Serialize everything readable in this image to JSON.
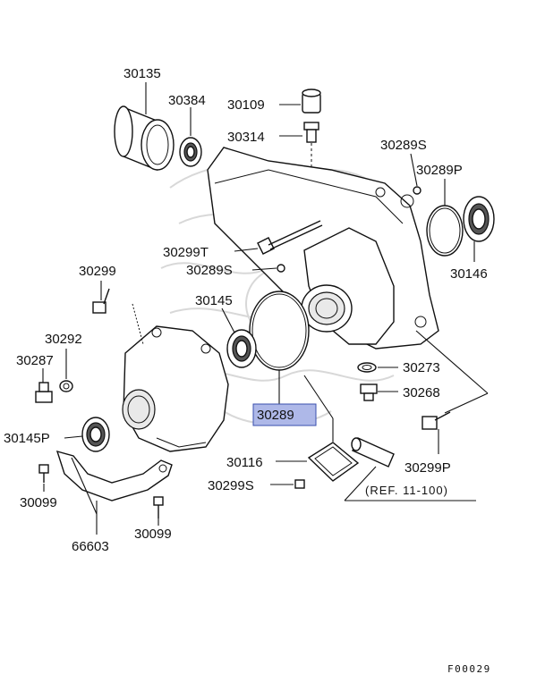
{
  "colors": {
    "highlight_fill": "#aeb8e8",
    "highlight_stroke": "#3a4fae",
    "line": "#111111"
  },
  "labels": {
    "p30135": "30135",
    "p30384": "30384",
    "p30109": "30109",
    "p30314": "30314",
    "p30289s_top": "30289S",
    "p30289p": "30289P",
    "p30146": "30146",
    "p30299t": "30299T",
    "p30289s_mid": "30289S",
    "p30299": "30299",
    "p30145": "30145",
    "p30292": "30292",
    "p30287": "30287",
    "p30273": "30273",
    "p30268": "30268",
    "p30289": "30289",
    "p30145p": "30145P",
    "p30116": "30116",
    "p30299p": "30299P",
    "p30099_left": "30099",
    "p30299s_bot": "30299S",
    "p30099_bot": "30099",
    "p66603": "66603"
  },
  "reference_note": "(REF. 11-100)",
  "figure_code": "F00029",
  "highlighted_part": "30289",
  "icons": [
    "bolt-icon",
    "o-ring-icon",
    "oil-seal-icon",
    "gasket-icon",
    "plug-icon"
  ]
}
